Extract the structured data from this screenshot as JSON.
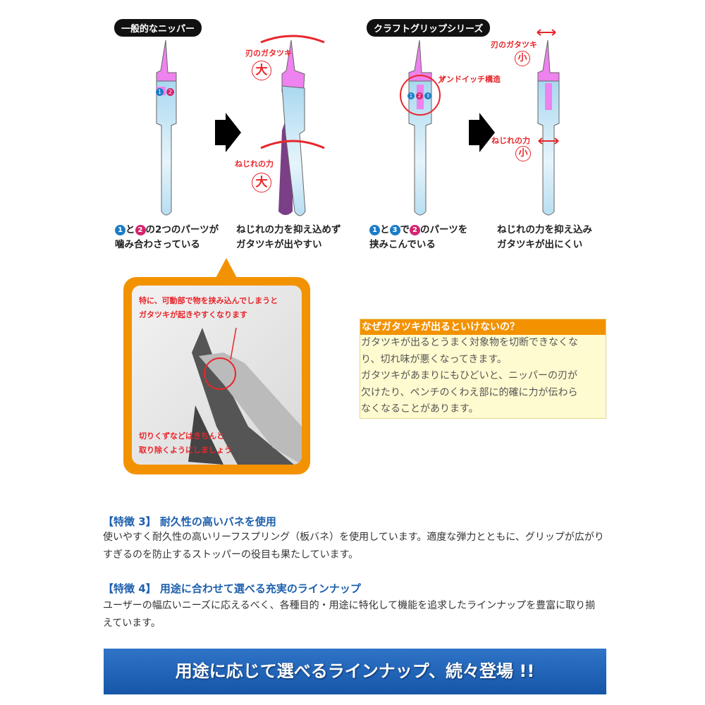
{
  "diagram": {
    "label_general": "一般的なニッパー",
    "label_craft": "クラフトグリップシリーズ",
    "blade_wobble": "刃のガタツキ",
    "twist_force": "ねじれの力",
    "large": "大",
    "small": "小",
    "sandwich": "サンドイッチ構造",
    "n1": "1",
    "n2": "2",
    "n3": "3",
    "cap1_a": "と",
    "cap1_b": "の2つのパーツが",
    "cap1_c": "噛み合わさっている",
    "cap2_a": "ねじれの力を抑え込めず",
    "cap2_b": "ガタツキが出やすい",
    "cap3_a": "と",
    "cap3_b": "で",
    "cap3_c": "のパーツを",
    "cap3_d": "挟みこんでいる",
    "cap4_a": "ねじれの力を抑え込み",
    "cap4_b": "ガタツキが出にくい"
  },
  "photo": {
    "note_top": "特に、可動部で物を挟み込んでしまうと",
    "note_top2": "ガタツキが起きやすくなります",
    "note_bottom": "切りくずなどはきちんと",
    "note_bottom2": "取り除くようにしましょう"
  },
  "why": {
    "title": "なぜガタツキが出るといけないの？",
    "lines": [
      "ガタツキが出るとうまく対象物を切断できなくな",
      "り、切れ味が悪くなってきます。",
      "ガタツキがあまりにもひどいと、ニッパーの刃が",
      "欠けたり、ペンチのくわえ部に的確に力が伝わら",
      "なくなることがあります。"
    ]
  },
  "feature3": {
    "title": "【特徴 3】 耐久性の高いバネを使用",
    "body": "使いやすく耐久性の高いリーフスプリング（板バネ）を使用しています。適度な弾力とともに、グリップが広がりすぎるのを防止するストッパーの役目も果たしています。"
  },
  "feature4": {
    "title": "【特徴 4】 用途に合わせて選べる充実のラインナップ",
    "body": "ユーザーの幅広いニーズに応えるべく、各種目的・用途に特化して機能を追求したラインナップを豊富に取り揃えています。"
  },
  "banner": {
    "text": "用途に応じて選べるラインナップ、続々登場 !!"
  },
  "colors": {
    "orange": "#f39200",
    "blue": "#1d5fae",
    "pink": "#ee82ee",
    "handle": "#bfe3f5"
  }
}
